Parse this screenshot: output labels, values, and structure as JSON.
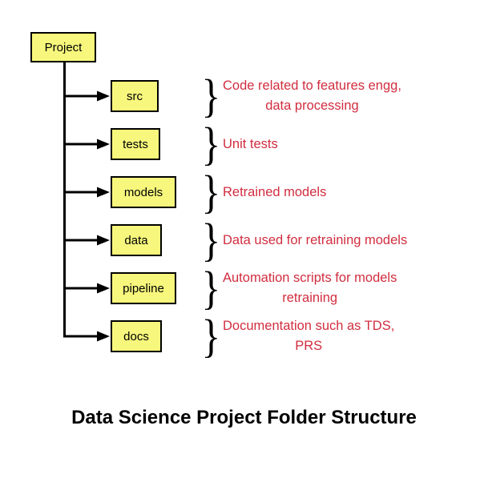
{
  "title": "Data Science Project Folder Structure",
  "diagram": {
    "root_label": "Project",
    "brace_glyph": "}",
    "colors": {
      "box_fill": "#F7F77D",
      "box_border": "#000000",
      "connector_line": "#000000",
      "description_text": "#D12D3F",
      "title_text": "#000000",
      "background": "#FFFFFF"
    },
    "rows": [
      {
        "folder": "src",
        "description": "Code related to features engg,\ndata processing"
      },
      {
        "folder": "tests",
        "description": "Unit tests"
      },
      {
        "folder": "models",
        "description": "Retrained models"
      },
      {
        "folder": "data",
        "description": "Data used for retraining models"
      },
      {
        "folder": "pipeline",
        "description": "Automation scripts for models\nretraining"
      },
      {
        "folder": "docs",
        "description": "Documentation such as TDS,\nPRS"
      }
    ]
  }
}
